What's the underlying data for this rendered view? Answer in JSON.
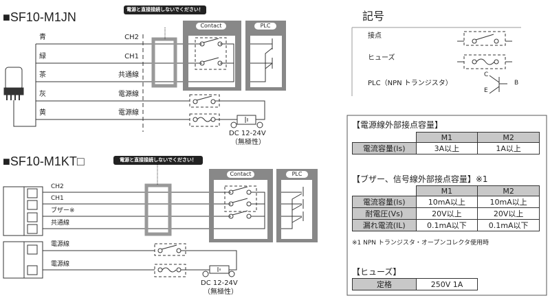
{
  "diagram1": {
    "title": "■SF10-M1JN",
    "warning": "電源と直接接続しないでください！",
    "contact_label": "Contact",
    "plc_label": "PLC",
    "wires": [
      {
        "color": "青",
        "signal": "CH2"
      },
      {
        "color": "緑",
        "signal": "CH1"
      },
      {
        "color": "茶",
        "signal": "共通線"
      },
      {
        "color": "灰",
        "signal": "電源線"
      },
      {
        "color": "黄",
        "signal": "電源線"
      }
    ],
    "dc": "DC 12-24V",
    "polarity": "（無極性）"
  },
  "diagram2": {
    "title": "■SF10-M1KT□",
    "warning": "電源と直接接続しないでください！",
    "contact_label": "Contact",
    "plc_label": "PLC",
    "wires": [
      "CH2",
      "CH1",
      "ブザー※",
      "共通線",
      "電源線",
      "電源線"
    ],
    "dc": "DC 12-24V",
    "polarity": "（無極性）"
  },
  "legend": {
    "title": "記号",
    "items": [
      "接点",
      "ヒューズ",
      "PLC（NPN トランジスタ）"
    ],
    "c": "C",
    "b": "B",
    "e": "E"
  },
  "specs": {
    "table1": {
      "title": "【電源線外部接点容量】",
      "headers": [
        "M1",
        "M2"
      ],
      "rows": [
        [
          "電流容量(Is)",
          "3A以上",
          "1A以上"
        ]
      ]
    },
    "table2": {
      "title": "【ブザー、信号線外部接点容量】※1",
      "headers": [
        "M1",
        "M2"
      ],
      "rows": [
        [
          "電流容量(Is)",
          "10mA以上",
          "10mA以上"
        ],
        [
          "耐電圧(Vs)",
          "20V以上",
          "20V以上"
        ],
        [
          "漏れ電流(IL)",
          "0.1mA以下",
          "0.1mA以下"
        ]
      ]
    },
    "note": "※1 NPN トランジスタ・オープンコレクタ使用時",
    "fuse": {
      "title": "【ヒューズ】",
      "label": "定格",
      "value": "250V 1A"
    }
  }
}
